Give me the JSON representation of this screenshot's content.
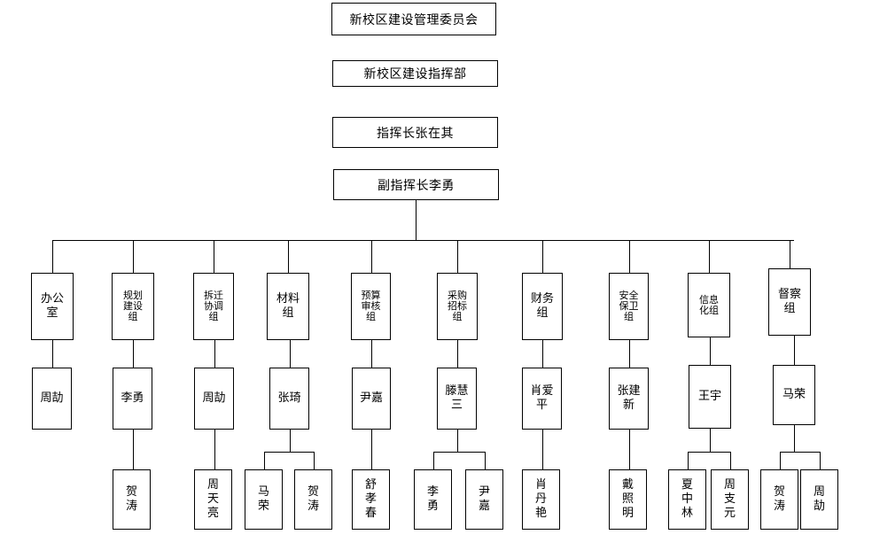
{
  "committee": "新校区建设管理委员会",
  "hq": "新校区建设指挥部",
  "commander": "指挥长张在其",
  "deputy": "副指挥长李勇",
  "groups": [
    {
      "name": "办公室",
      "leader": "周劼",
      "members": []
    },
    {
      "name": "规划建设组",
      "leader": "李勇",
      "members": [
        "贺涛"
      ]
    },
    {
      "name": "拆迁协调组",
      "leader": "周劼",
      "members": [
        "周天亮"
      ]
    },
    {
      "name": "材料组",
      "leader": "张琦",
      "members": [
        "马荣",
        "贺涛"
      ]
    },
    {
      "name": "预算审核组",
      "leader": "尹嘉",
      "members": [
        "舒孝春"
      ]
    },
    {
      "name": "采购招标组",
      "leader": "滕慧三",
      "members": [
        "李勇",
        "尹嘉"
      ]
    },
    {
      "name": "财务组",
      "leader": "肖爱平",
      "members": [
        "肖丹艳"
      ]
    },
    {
      "name": "安全保卫组",
      "leader": "张建新",
      "members": [
        "戴照明"
      ]
    },
    {
      "name": "信息化组",
      "leader": "王宇",
      "members": [
        "夏中林",
        "周支元"
      ]
    },
    {
      "name": "督察组",
      "leader": "马荣",
      "members": [
        "贺涛",
        "周劼"
      ]
    }
  ]
}
